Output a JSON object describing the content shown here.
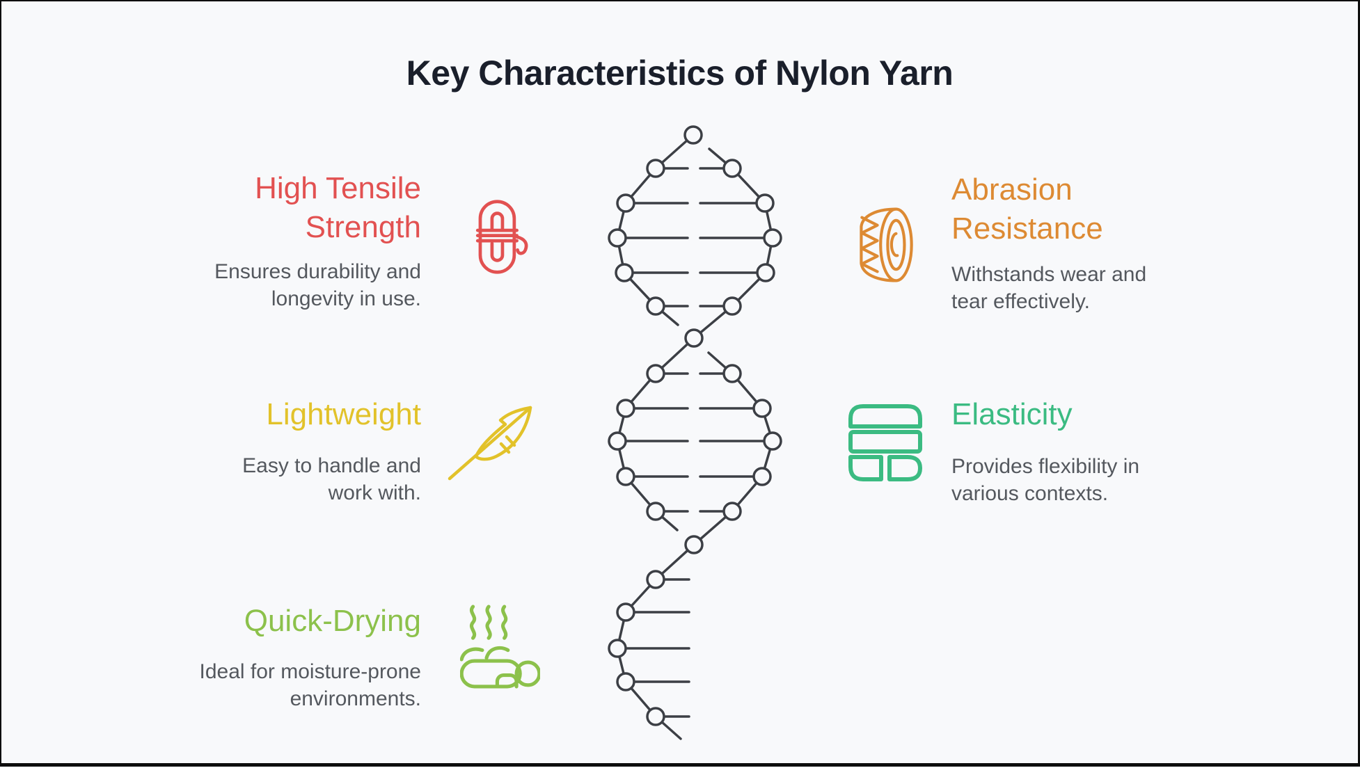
{
  "title": "Key Characteristics of Nylon Yarn",
  "colors": {
    "background": "#f8f9fb",
    "frame": "#0d0d0d",
    "title_text": "#1a1f2b",
    "description_text": "#54585e",
    "helix": "#3c3f45"
  },
  "center_graphic": "dna-helix",
  "features": {
    "left": [
      {
        "title": "High Tensile Strength",
        "description": "Ensures durability and longevity in use.",
        "color": "#e25151",
        "icon": "rope-icon"
      },
      {
        "title": "Lightweight",
        "description": "Easy to handle and work with.",
        "color": "#e2c22a",
        "icon": "feather-icon"
      },
      {
        "title": "Quick-Drying",
        "description": "Ideal for moisture-prone environments.",
        "color": "#8cc14b",
        "icon": "steam-drying-icon"
      }
    ],
    "right": [
      {
        "title": "Abrasion Resistance",
        "description": "Withstands wear and tear effectively.",
        "color": "#dd8a33",
        "icon": "tire-icon"
      },
      {
        "title": "Elasticity",
        "description": "Provides flexibility in various contexts.",
        "color": "#3bbb82",
        "icon": "stacked-layers-icon"
      }
    ]
  }
}
